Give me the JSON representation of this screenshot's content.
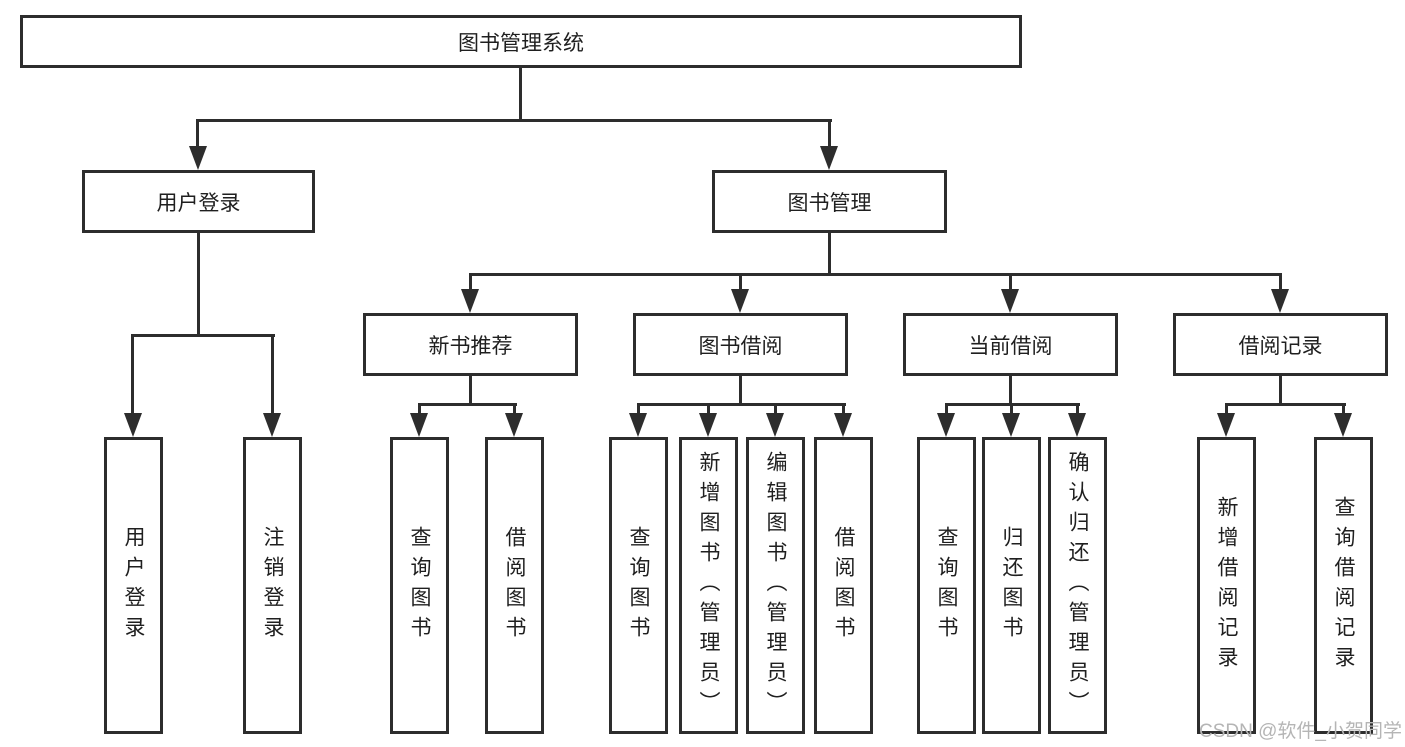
{
  "diagram": {
    "root": {
      "label": "图书管理系统"
    },
    "branches": {
      "login": {
        "label": "用户登录",
        "children": [
          {
            "label": "用户登录"
          },
          {
            "label": "注销登录"
          }
        ]
      },
      "management": {
        "label": "图书管理",
        "sections": [
          {
            "label": "新书推荐",
            "children": [
              {
                "label": "查询图书"
              },
              {
                "label": "借阅图书"
              }
            ]
          },
          {
            "label": "图书借阅",
            "children": [
              {
                "label": "查询图书"
              },
              {
                "label": "新增图书（管理员）"
              },
              {
                "label": "编辑图书（管理员）"
              },
              {
                "label": "借阅图书"
              }
            ]
          },
          {
            "label": "当前借阅",
            "children": [
              {
                "label": "查询图书"
              },
              {
                "label": "归还图书"
              },
              {
                "label": "确认归还（管理员）"
              }
            ]
          },
          {
            "label": "借阅记录",
            "children": [
              {
                "label": "新增借阅记录"
              },
              {
                "label": "查询借阅记录"
              }
            ]
          }
        ]
      }
    }
  },
  "watermark": {
    "text": "CSDN @软件_小贺同学",
    "color": "#b5b5b5"
  },
  "colors": {
    "line": "#2d2d2d",
    "box_border": "#2d2d2d",
    "text": "#1f1f1f",
    "background": "#ffffff"
  }
}
